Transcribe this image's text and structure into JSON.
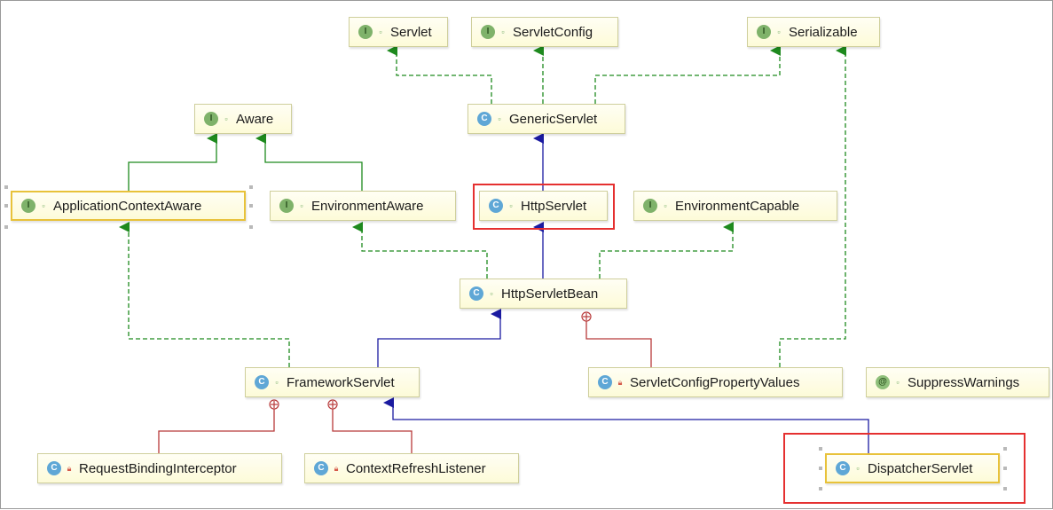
{
  "diagram": {
    "nodes": [
      {
        "id": "servlet",
        "label": "Servlet",
        "kind": "interface",
        "kind_glyph": "I",
        "visibility": "public"
      },
      {
        "id": "servletconfig",
        "label": "ServletConfig",
        "kind": "interface",
        "kind_glyph": "I",
        "visibility": "public"
      },
      {
        "id": "serializable",
        "label": "Serializable",
        "kind": "interface",
        "kind_glyph": "I",
        "visibility": "public"
      },
      {
        "id": "aware",
        "label": "Aware",
        "kind": "interface",
        "kind_glyph": "I",
        "visibility": "public"
      },
      {
        "id": "genericservlet",
        "label": "GenericServlet",
        "kind": "class",
        "kind_glyph": "C",
        "visibility": "public"
      },
      {
        "id": "applicationcontextaware",
        "label": "ApplicationContextAware",
        "kind": "interface",
        "kind_glyph": "I",
        "visibility": "public"
      },
      {
        "id": "environmentaware",
        "label": "EnvironmentAware",
        "kind": "interface",
        "kind_glyph": "I",
        "visibility": "public"
      },
      {
        "id": "httpservlet",
        "label": "HttpServlet",
        "kind": "class",
        "kind_glyph": "C",
        "visibility": "public"
      },
      {
        "id": "environmentcapable",
        "label": "EnvironmentCapable",
        "kind": "interface",
        "kind_glyph": "I",
        "visibility": "public"
      },
      {
        "id": "httpservletbean",
        "label": "HttpServletBean",
        "kind": "class",
        "kind_glyph": "C",
        "visibility": "public"
      },
      {
        "id": "frameworkservlet",
        "label": "FrameworkServlet",
        "kind": "class",
        "kind_glyph": "C",
        "visibility": "public"
      },
      {
        "id": "servletconfigpropertyvalues",
        "label": "ServletConfigPropertyValues",
        "kind": "class",
        "kind_glyph": "C",
        "visibility": "private"
      },
      {
        "id": "suppresswarnings",
        "label": "SuppressWarnings",
        "kind": "annotation",
        "kind_glyph": "@",
        "visibility": "public"
      },
      {
        "id": "requestbindinginterceptor",
        "label": "RequestBindingInterceptor",
        "kind": "class",
        "kind_glyph": "C",
        "visibility": "private"
      },
      {
        "id": "contextrefreshlistener",
        "label": "ContextRefreshListener",
        "kind": "class",
        "kind_glyph": "C",
        "visibility": "private"
      },
      {
        "id": "dispatcherservlet",
        "label": "DispatcherServlet",
        "kind": "class",
        "kind_glyph": "C",
        "visibility": "public"
      }
    ],
    "edges": [
      {
        "from": "genericservlet",
        "to": "servlet",
        "type": "implements"
      },
      {
        "from": "genericservlet",
        "to": "servletconfig",
        "type": "implements"
      },
      {
        "from": "genericservlet",
        "to": "serializable",
        "type": "implements"
      },
      {
        "from": "httpservlet",
        "to": "genericservlet",
        "type": "extends"
      },
      {
        "from": "applicationcontextaware",
        "to": "aware",
        "type": "interface-extends"
      },
      {
        "from": "environmentaware",
        "to": "aware",
        "type": "interface-extends"
      },
      {
        "from": "httpservletbean",
        "to": "httpservlet",
        "type": "extends"
      },
      {
        "from": "httpservletbean",
        "to": "environmentaware",
        "type": "implements"
      },
      {
        "from": "httpservletbean",
        "to": "environmentcapable",
        "type": "implements"
      },
      {
        "from": "frameworkservlet",
        "to": "httpservletbean",
        "type": "extends"
      },
      {
        "from": "frameworkservlet",
        "to": "applicationcontextaware",
        "type": "implements"
      },
      {
        "from": "servletconfigpropertyvalues",
        "to": "httpservletbean",
        "type": "inner-class"
      },
      {
        "from": "servletconfigpropertyvalues",
        "to": "serializable",
        "type": "implements"
      },
      {
        "from": "requestbindinginterceptor",
        "to": "frameworkservlet",
        "type": "inner-class"
      },
      {
        "from": "contextrefreshlistener",
        "to": "frameworkservlet",
        "type": "inner-class"
      },
      {
        "from": "dispatcherservlet",
        "to": "frameworkservlet",
        "type": "extends"
      }
    ],
    "selected": [
      "applicationcontextaware",
      "dispatcherservlet"
    ],
    "highlighted": [
      "httpservlet",
      "dispatcherservlet"
    ]
  },
  "colors": {
    "extends": "#1a1aa0",
    "implements": "#1e8a1e",
    "inner": "#b83a3a",
    "highlight": "#e53030",
    "selection": "#e8c23a"
  }
}
